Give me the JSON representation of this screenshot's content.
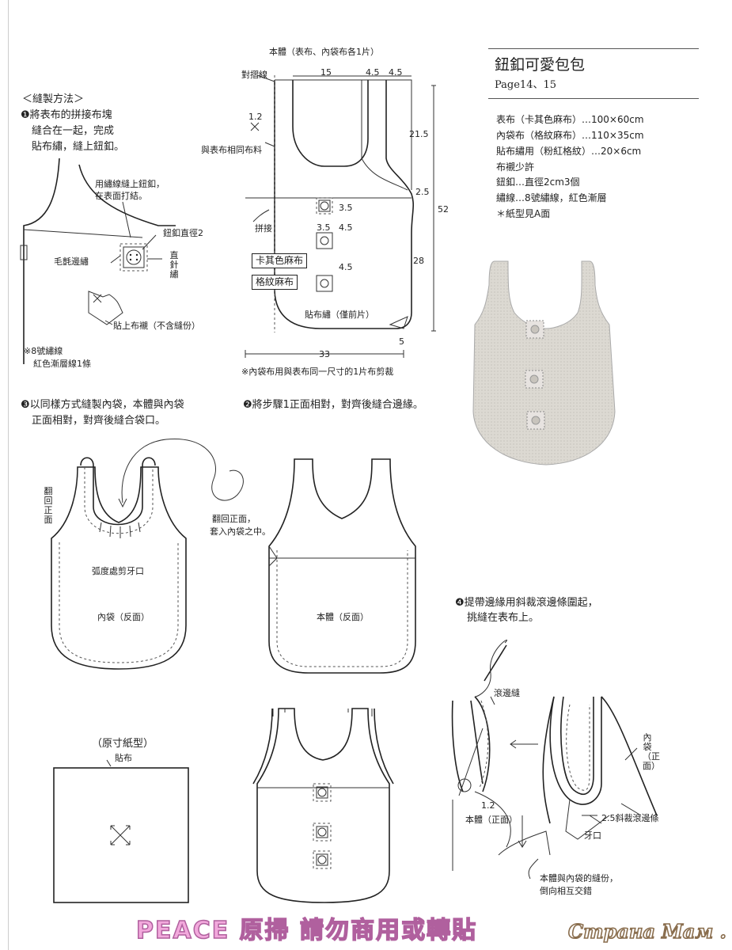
{
  "header": {
    "title": "鈕釦可愛包包",
    "page_ref": "Page14、15"
  },
  "materials": [
    "表布（卡其色麻布）…100×60cm",
    "內袋布（格紋麻布）…110×35cm",
    "貼布繡用（粉紅格紋）…20×6cm",
    "布襯少許",
    "鈕釦…直徑2cm3個",
    "繡線…8號繡線，紅色漸層",
    "＊紙型見A面"
  ],
  "method": {
    "heading": "＜縫製方法＞",
    "step1": [
      "❶將表布的拼接布塊",
      "縫合在一起，完成",
      "貼布繡，縫上鈕釦。"
    ],
    "step1_labels": {
      "button_note_1": "用繡線縫上鈕釦，",
      "button_note_2": "在表面打結。",
      "button_diameter": "鈕釦直徑2",
      "blanket_stitch": "毛氈邊繡",
      "straight_stitch": "直針繡",
      "interfacing": "貼上布襯（不含縫份）",
      "thread_note_1": "※8號繡線",
      "thread_note_2": "紅色漸層線1條"
    },
    "step2": "❷將步驟1正面相對，對齊後縫合邊緣。",
    "step3": [
      "❸以同樣方式縫製內袋，本體與內袋",
      "正面相對，對齊後縫合袋口。"
    ],
    "step3_labels": {
      "turn_right_side": "翻回正面",
      "clip_curve": "弧度處剪牙口",
      "lining_wrong": "內袋（反面）",
      "turn_insert_1": "翻回正面，",
      "turn_insert_2": "套入內袋之中。",
      "body_wrong": "本體（反面）"
    },
    "step4": [
      "❹提帶邊緣用斜裁滾邊條圍起，",
      "挑縫在表布上。"
    ],
    "step4_labels": {
      "binding_stitch": "滾邊縫",
      "lining_right": "內袋（正面）",
      "measure_1_2": "1.2",
      "body_right": "本體（正面）",
      "bias_binding": "2.5斜裁滾邊條",
      "clip": "牙口",
      "seam_note_1": "本體與內袋的縫份，",
      "seam_note_2": "倒向相互交錯"
    }
  },
  "pattern": {
    "title": "本體（表布、內袋布各1片）",
    "fold_line": "對摺線",
    "same_fabric": "與表布相同布料",
    "patchwork": "拼接",
    "fabric_khaki": "卡其色麻布",
    "fabric_check": "格紋麻布",
    "applique": "貼布繡（僅前片）",
    "note": "※內袋布用與表布同一尺寸的1片布剪裁",
    "dims": {
      "d15": "15",
      "d4_5a": "4.5",
      "d4_5b": "4.5",
      "d1_2": "1.2",
      "d21_5": "21.5",
      "d2_5": "2.5",
      "d52": "52",
      "d3_5a": "3.5",
      "d3_5b": "3.5",
      "d4_5c": "4.5",
      "d28": "28",
      "d4_5d": "4.5",
      "d33": "33",
      "d5": "5"
    }
  },
  "fullsize": {
    "title": "（原寸紙型）",
    "label": "貼布"
  },
  "footer": {
    "left": "PEACE  原掃    請勿商用或轉貼",
    "watermark": "Страна Мам . ру"
  }
}
